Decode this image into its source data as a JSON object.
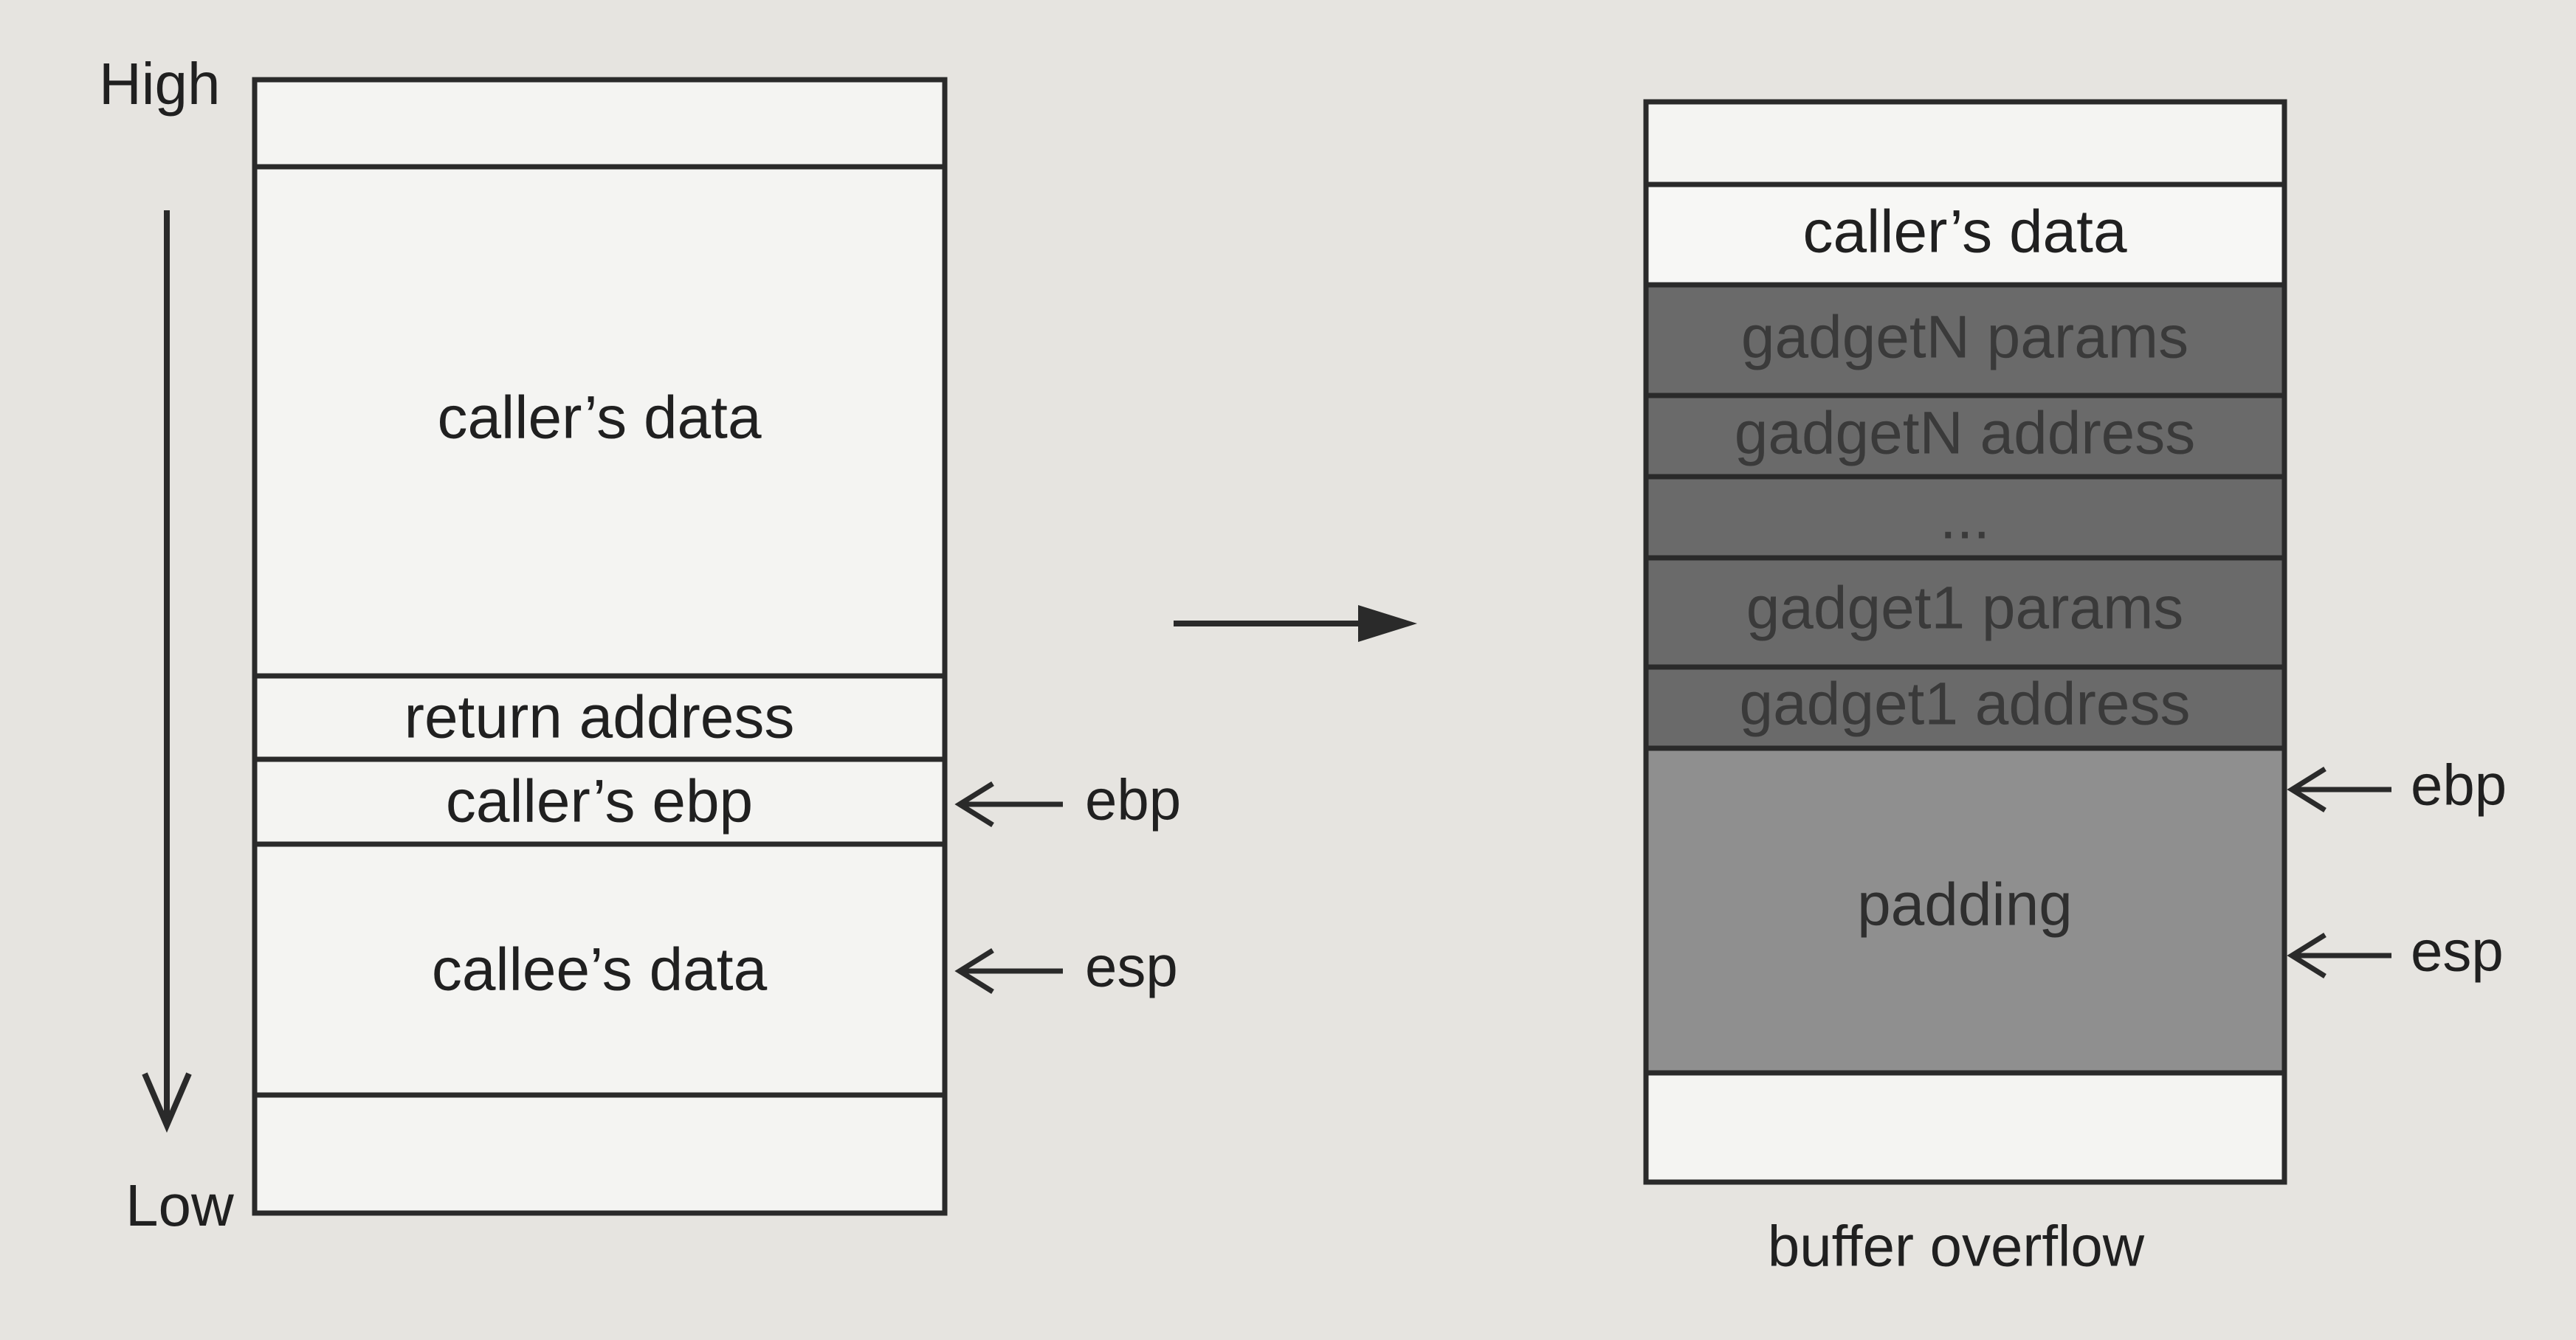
{
  "axis": {
    "high_label": "High",
    "low_label": "Low"
  },
  "left_stack": {
    "cells": [
      {
        "label": ""
      },
      {
        "label": "caller’s data"
      },
      {
        "label": "return address"
      },
      {
        "label": "caller’s ebp"
      },
      {
        "label": "callee’s data"
      },
      {
        "label": ""
      }
    ],
    "pointers": [
      {
        "label": "ebp"
      },
      {
        "label": "esp"
      }
    ]
  },
  "right_stack": {
    "caption": "buffer overflow",
    "cells": [
      {
        "label": "",
        "fill": "#f4f4f2"
      },
      {
        "label": "caller’s data",
        "fill": "#f7f7f5"
      },
      {
        "label": "gadgetN params",
        "fill": "#6a6a6a"
      },
      {
        "label": "gadgetN address",
        "fill": "#6a6a6a"
      },
      {
        "label": "...",
        "fill": "#6a6a6a"
      },
      {
        "label": "gadget1 params",
        "fill": "#6a6a6a"
      },
      {
        "label": "gadget1 address",
        "fill": "#6a6a6a"
      },
      {
        "label": "padding",
        "fill": "#8f8f8f"
      },
      {
        "label": "",
        "fill": "#f4f4f2"
      }
    ],
    "pointers": [
      {
        "label": "ebp"
      },
      {
        "label": "esp"
      }
    ]
  },
  "colors": {
    "background": "#e6e4e0",
    "outline": "#2a2a2a",
    "cell_light": "#f4f4f2",
    "gadget_fill": "#6a6a6a",
    "padding_fill": "#8f8f8f"
  }
}
